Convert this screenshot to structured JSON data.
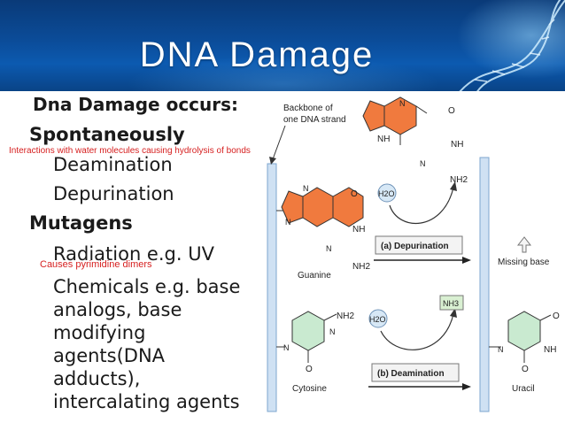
{
  "slide": {
    "title": "DNA Damage",
    "heading": "Dna Damage occurs:",
    "spontaneously": "Spontaneously",
    "spontaneous_note": "Interactions with water molecules causing hydrolysis of bonds",
    "deamination": "Deamination",
    "depurination": "Depurination",
    "mutagens": "Mutagens",
    "radiation": "Radiation e.g. UV",
    "radiation_note": "Causes pyrimidine dimers",
    "chemicals_lines": [
      "Chemicals e.g. base",
      "analogs, base",
      "modifying",
      "agents(DNA",
      "adducts),",
      "intercalating agents"
    ]
  },
  "diagram": {
    "backbone_label": [
      "Backbone of",
      "one DNA strand"
    ],
    "guanine": "Guanine",
    "cytosine": "Cytosine",
    "uracil": "Uracil",
    "missing_base": "Missing base",
    "h2o": "H2O",
    "nh3": "NH3",
    "depurination_label": "(a) Depurination",
    "deamination_label": "(b) Deamination",
    "atoms": {
      "N": "N",
      "NH": "NH",
      "O": "O",
      "NH2": "NH2"
    },
    "colors": {
      "purine": "#f07a3e",
      "pyrimidine": "#c9ead0",
      "backbone": "#cfe1f3",
      "water": "#d7e8f6",
      "nh3_box": "#d9f0d2"
    }
  }
}
